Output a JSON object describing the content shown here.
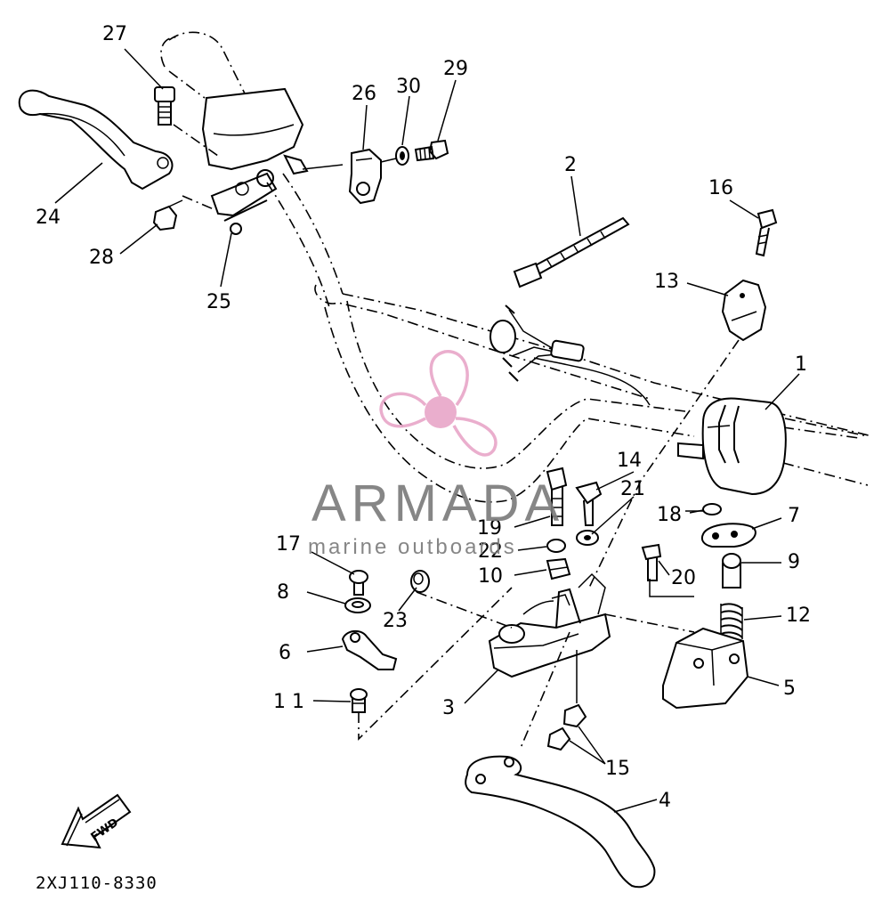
{
  "diagram": {
    "part_number": "2XJ110-8330",
    "fwd_label": "FWD",
    "callouts": [
      {
        "id": "c1",
        "text": "1"
      },
      {
        "id": "c2",
        "text": "2"
      },
      {
        "id": "c3",
        "text": "3"
      },
      {
        "id": "c4",
        "text": "4"
      },
      {
        "id": "c5",
        "text": "5"
      },
      {
        "id": "c6",
        "text": "6"
      },
      {
        "id": "c7",
        "text": "7"
      },
      {
        "id": "c8",
        "text": "8"
      },
      {
        "id": "c9",
        "text": "9"
      },
      {
        "id": "c10",
        "text": "10"
      },
      {
        "id": "c11",
        "text": "1 1"
      },
      {
        "id": "c12",
        "text": "12"
      },
      {
        "id": "c13",
        "text": "13"
      },
      {
        "id": "c14",
        "text": "14"
      },
      {
        "id": "c15",
        "text": "15"
      },
      {
        "id": "c16",
        "text": "16"
      },
      {
        "id": "c17",
        "text": "17"
      },
      {
        "id": "c18",
        "text": "18"
      },
      {
        "id": "c19",
        "text": "19"
      },
      {
        "id": "c20",
        "text": "20"
      },
      {
        "id": "c21",
        "text": "21"
      },
      {
        "id": "c22",
        "text": "22"
      },
      {
        "id": "c23",
        "text": "23"
      },
      {
        "id": "c24",
        "text": "24"
      },
      {
        "id": "c25",
        "text": "25"
      },
      {
        "id": "c26",
        "text": "26"
      },
      {
        "id": "c27",
        "text": "27"
      },
      {
        "id": "c28",
        "text": "28"
      },
      {
        "id": "c29",
        "text": "29"
      },
      {
        "id": "c30",
        "text": "30"
      }
    ]
  },
  "watermark": {
    "brand": "ARMADA",
    "tagline": "marine outboards",
    "brand_color": "#7a7a7a",
    "logo_color": "#e8a6c8"
  }
}
